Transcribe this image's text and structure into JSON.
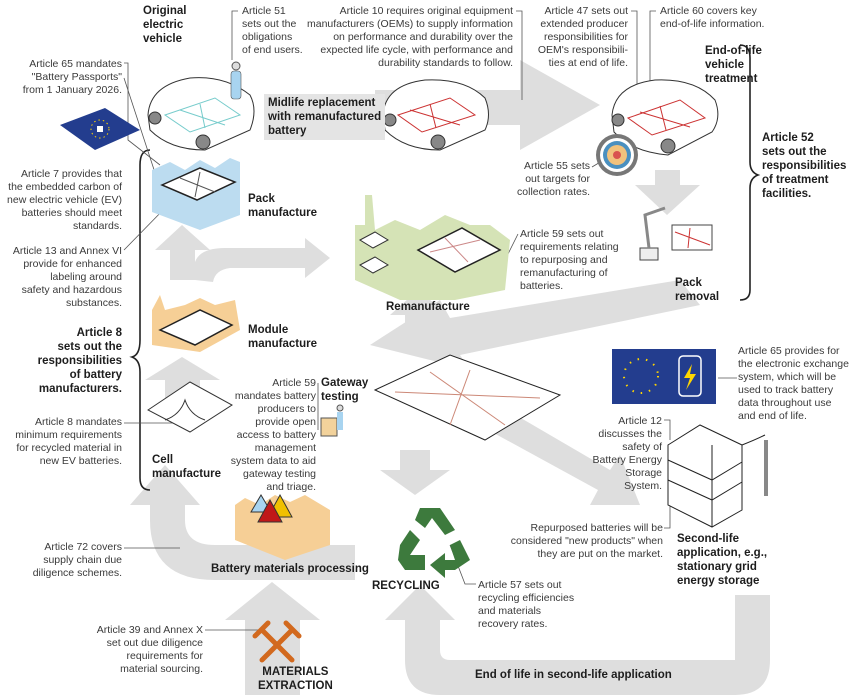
{
  "stages": {
    "original_ev": "Original\nelectric\nvehicle",
    "midlife": "Midlife replacement\nwith remanufactured\nbattery",
    "end_of_life_vehicle": "End-of-life\nvehicle\ntreatment",
    "pack_manufacture": "Pack\nmanufacture",
    "module_manufacture": "Module\nmanufacture",
    "cell_manufacture": "Cell\nmanufacture",
    "gateway_testing": "Gateway\ntesting",
    "remanufacture": "Remanufacture",
    "pack_removal": "Pack\nremoval",
    "second_life": "Second-life\napplication, e.g.,\nstationary grid\nenergy storage",
    "battery_materials": "Battery materials processing",
    "recycling": "RECYCLING",
    "materials_extraction": "MATERIALS\nEXTRACTION",
    "end_of_life_second": "End of life in second-life application"
  },
  "articles": {
    "a51": "Article 51\nsets out the\nobligations\nof end users.",
    "a10": "Article 10 requires original  equipment\nmanufacturers (OEMs) to supply information\non performance and durability over the\nexpected life cycle, with performance and\ndurability standards to follow.",
    "a47": "Article 47 sets out\nextended producer\nresponsibilities for\nOEM's responsibili-\nties at end of life.",
    "a60": "Article 60 covers key\nend-of-life information.",
    "a65_passport": "Article 65 mandates\n\"Battery Passports\"\nfrom 1 January 2026.",
    "a52": "Article 52\nsets out the\nresponsibilities\nof treatment\nfacilities.",
    "a55": "Article 55 sets\nout targets for\ncollection rates.",
    "a7": "Article 7 provides that\nthe embedded carbon of\nnew electric vehicle (EV)\nbatteries should meet\nstandards.",
    "a13": "Article 13 and Annex VI\nprovide for enhanced\nlabeling around\nsafety and  hazardous\nsubstances.",
    "a59_reman": "Article 59 sets out\nrequirements relating\nto repurposing and\nremanufacturing of\nbatteries.",
    "a8_resp": "Article 8\nsets out the\nresponsibilities\nof battery\nmanufacturers.",
    "a59_gateway": "Article 59\nmandates battery\nproducers to\nprovide open\naccess to battery\nmanagement\nsystem data to aid\ngateway testing\nand triage.",
    "a65_exchange": "Article 65 provides for\nthe electronic exchange\nsystem, which will be\nused to track battery\ndata throughout use\nand end of life.",
    "a8_recycled": "Article 8 mandates\nminimum requirements\nfor recycled material in\nnew EV batteries.",
    "a12": "Article 12\ndiscusses the\nsafety of\nBattery Energy\nStorage\nSystem.",
    "repurposed": "Repurposed batteries will be\nconsidered \"new products\" when\nthey are put on the market.",
    "a72": "Article 72 covers\nsupply chain due\ndiligence schemes.",
    "a57": "Article 57 sets out\nrecycling efficiencies\nand materials\nrecovery rates.",
    "a39": "Article 39 and Annex X\nset out due diligence\nrequirements for\nmaterial sourcing."
  },
  "colors": {
    "arrow": "#dcdcdc",
    "eu_blue": "#233d8e",
    "recycle_green": "#3d7a3d",
    "pack_blue": "#bcdcf0",
    "module_orange": "#f6cf96",
    "reman_green": "#d5e3b6",
    "hammer": "#d2691e",
    "battery_red": "#c85050"
  }
}
